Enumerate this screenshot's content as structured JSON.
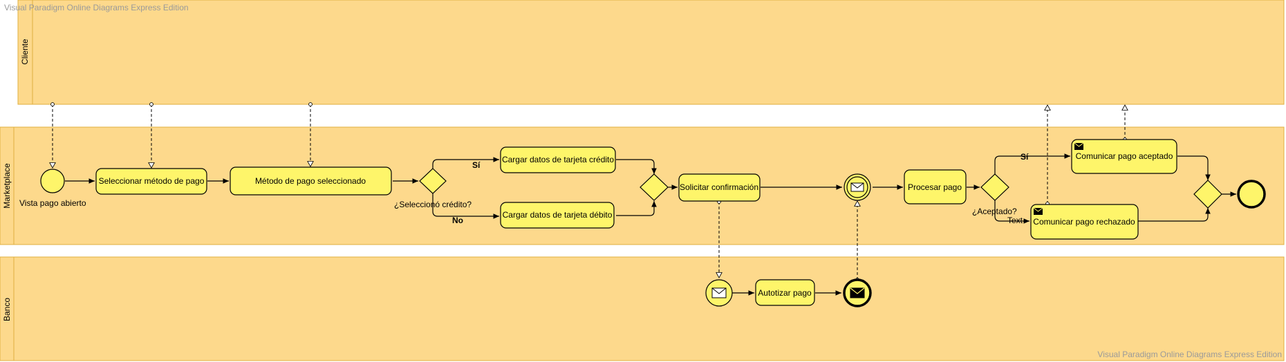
{
  "watermark": "Visual Paradigm Online Diagrams Express Edition",
  "colors": {
    "lane_fill": "#fdd98c",
    "lane_border": "#e0b040",
    "task_fill": "#fef56a",
    "stroke": "#000000"
  },
  "lanes": {
    "cliente": "Cliente",
    "marketplace": "Marketplace",
    "banco": "Banco"
  },
  "events": {
    "start": "Vista pago abierto"
  },
  "tasks": {
    "seleccionar": "Seleccionar método de pago",
    "metodo_seleccionado": "Método de pago seleccionado",
    "credito": "Cargar datos de tarjeta crédito",
    "debito": "Cargar datos de tarjeta débito",
    "solicitar": "Solicitar confirmación",
    "procesar": "Procesar pago",
    "aceptado": "Comunicar pago aceptado",
    "rechazado": "Comunicar pago rechazado",
    "autorizar": "Autotizar pago"
  },
  "gateways": {
    "credito_q": "¿Seleccionó crédito?",
    "aceptado_q": "¿Aceptado?"
  },
  "flow_labels": {
    "si1": "Sí",
    "no1": "No",
    "si2": "Sí",
    "text": "Text"
  }
}
